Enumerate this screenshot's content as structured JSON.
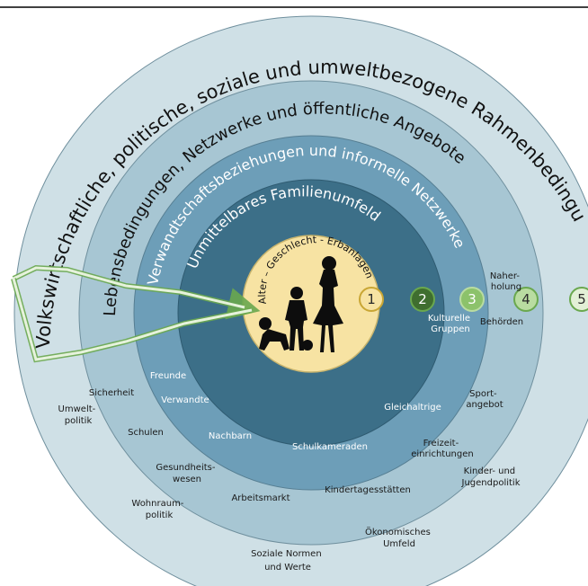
{
  "rings": [
    {
      "level": "5",
      "title": "Volkswirtschaftliche, politische, soziale und umweltbezogene Rahmenbedingungen",
      "color": "#cfe0e6"
    },
    {
      "level": "4",
      "title": "Lebensbedingungen, Netzwerke und öffentliche Angebote",
      "color": "#a7c6d3"
    },
    {
      "level": "3",
      "title": "Verwandtschaftsbeziehungen und informelle Netzwerke",
      "color": "#6d9eb8"
    },
    {
      "level": "2",
      "title": "Unmittelbares Familienumfeld",
      "color": "#3c6f88"
    },
    {
      "level": "1",
      "title": "Alter – Geschlecht - Erbanlagen",
      "color": "#f7e3a3"
    }
  ],
  "numbers": [
    "1",
    "2",
    "3",
    "4",
    "5"
  ],
  "labels": {
    "naherholung": [
      "Naher-",
      "holung"
    ],
    "kulturelle_gruppen": [
      "Kulturelle",
      "Gruppen"
    ],
    "behoerden": "Behörden",
    "freunde": "Freunde",
    "verwandte": "Verwandte",
    "sicherheit": "Sicherheit",
    "sportangebot": [
      "Sport-",
      "angebot"
    ],
    "gleichaltrige": "Gleichaltrige",
    "umweltpolitik": [
      "Umwelt-",
      "politik"
    ],
    "schulen": "Schulen",
    "nachbarn": "Nachbarn",
    "freizeiteinrichtungen": [
      "Freizeit-",
      "einrichtungen"
    ],
    "schulkameraden": "Schulkameraden",
    "gesundheitswesen": [
      "Gesundheits-",
      "wesen"
    ],
    "kinder_jugendpolitik": [
      "Kinder- und",
      "Jugendpolitik"
    ],
    "arbeitsmarkt": "Arbeitsmarkt",
    "kindertagesstaetten": "Kindertagesstätten",
    "wohnraumpolitik": [
      "Wohnraum-",
      "politik"
    ],
    "oekonomisches_umfeld": [
      "Ökonomisches",
      "Umfeld"
    ],
    "soziale_normen": [
      "Soziale Normen",
      "und Werte"
    ]
  },
  "icons": [
    "family-silhouette-icon",
    "arrow-icon"
  ]
}
